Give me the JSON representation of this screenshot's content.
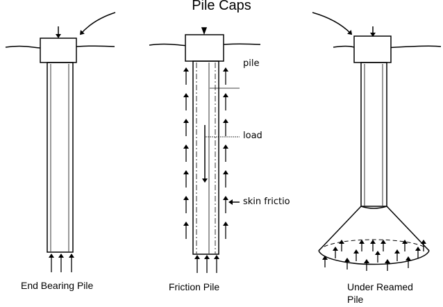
{
  "title": "Pile Caps",
  "piles": [
    {
      "caption": "End Bearing Pile"
    },
    {
      "caption": "Friction Pile",
      "annotations": {
        "pile": "pile",
        "load": "load",
        "skin_friction": "skin frictio"
      }
    },
    {
      "caption_line1": "Under Reamed",
      "caption_line2": "Pile"
    }
  ]
}
